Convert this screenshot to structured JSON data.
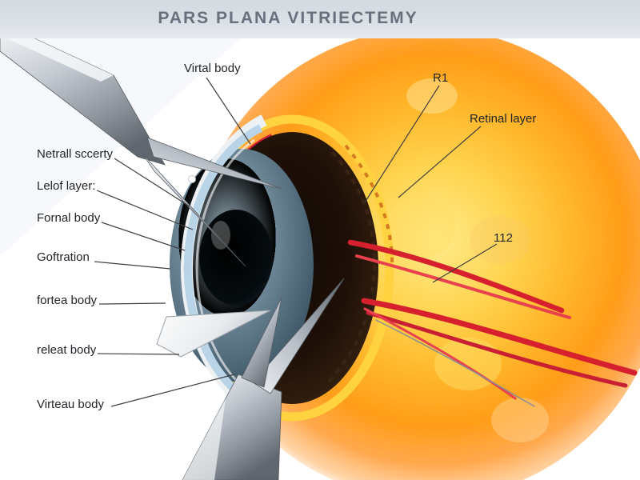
{
  "header": {
    "title": "PARS PLANA VITRIECTEMY"
  },
  "labels": {
    "vitreal_body": "Virtal body",
    "r1": "R1",
    "retinal_layer": "Retinal layer",
    "netrall_sccerty": "Netrall sccerty",
    "lelof_layer": "Lelof layer:",
    "fornal_body": "Fornal body",
    "goftration": "Goftration",
    "fortea_body": "fortea body",
    "releat_body": "releat body",
    "virteau_body": "Virteau body",
    "n112": "112"
  },
  "colors": {
    "header_bg": "#d7dce3",
    "title_text": "#68707e",
    "globe_orange": "#ffb62a",
    "globe_core_yellow": "#ffeb8a",
    "vitreous_dark": "#1f1008",
    "lens_ring_yellow": "#ffd23f",
    "retina_red": "#cf2038",
    "vessel_red": "#d6202e",
    "iris_blue_gray": "#56707f",
    "cornea_blue": "#b9d4e6",
    "instrument_metal": "#c6ccd3",
    "leader_line": "#3f3f3f"
  }
}
